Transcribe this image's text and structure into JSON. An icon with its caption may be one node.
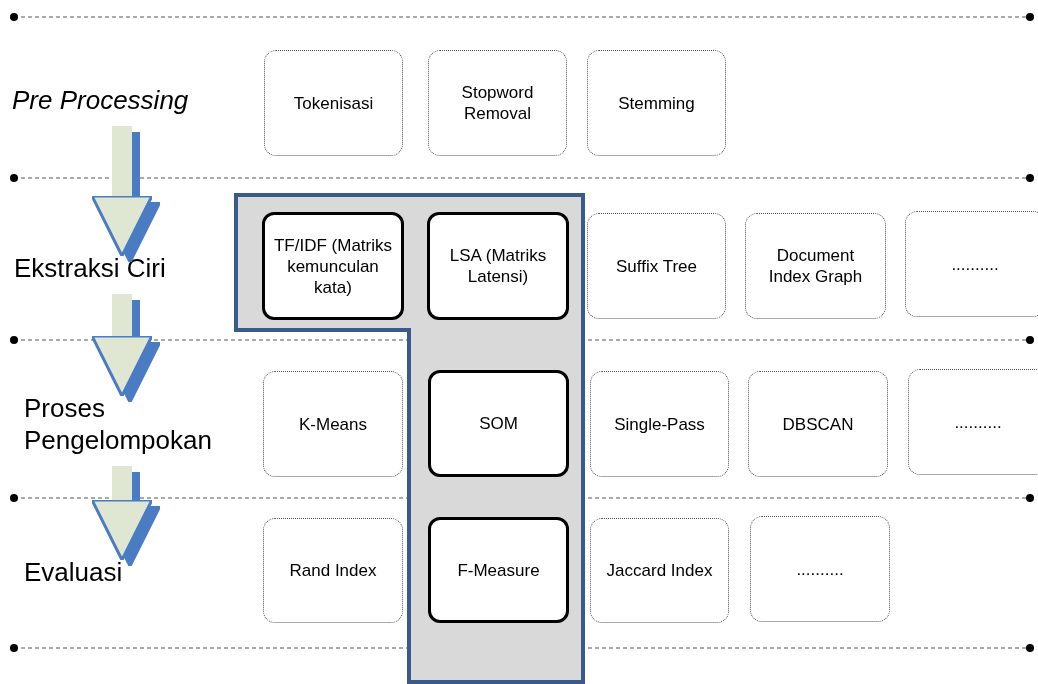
{
  "diagram": {
    "nodes": [
      {
        "text": [
          "Pre Processing"
        ]
      },
      {
        "text": [
          "Tokenisasi"
        ]
      },
      {
        "text": [
          "Stopword Removal"
        ]
      },
      {
        "text": [
          "Stemming"
        ]
      },
      {
        "text": [
          "Ekstraksi Ciri"
        ]
      },
      {
        "text": [
          "TF/IDF (Matriks kemunculan kata)"
        ]
      },
      {
        "text": [
          "LSA (Matriks Latensi)"
        ]
      },
      {
        "text": [
          "Suffix Tree"
        ]
      },
      {
        "text": [
          "Document Index Graph"
        ]
      },
      {
        "text": [
          ".........."
        ]
      },
      {
        "text": [
          "Proses Pengelompokan"
        ]
      },
      {
        "text": [
          "K-Means"
        ]
      },
      {
        "text": [
          "SOM"
        ]
      },
      {
        "text": [
          "Single-Pass"
        ]
      },
      {
        "text": [
          "DBSCAN"
        ]
      },
      {
        "text": [
          ".........."
        ]
      },
      {
        "text": [
          "Evaluasi"
        ]
      },
      {
        "text": [
          "Rand Index"
        ]
      },
      {
        "text": [
          "F-Measure"
        ]
      },
      {
        "text": [
          "Jaccard Index"
        ]
      },
      {
        "text": [
          ".........."
        ]
      }
    ],
    "edges": [
      {
        "from": 0,
        "to": 4,
        "arrow": "to"
      },
      {
        "from": 4,
        "to": 10,
        "arrow": "to"
      },
      {
        "from": 10,
        "to": 16,
        "arrow": "to"
      }
    ]
  }
}
